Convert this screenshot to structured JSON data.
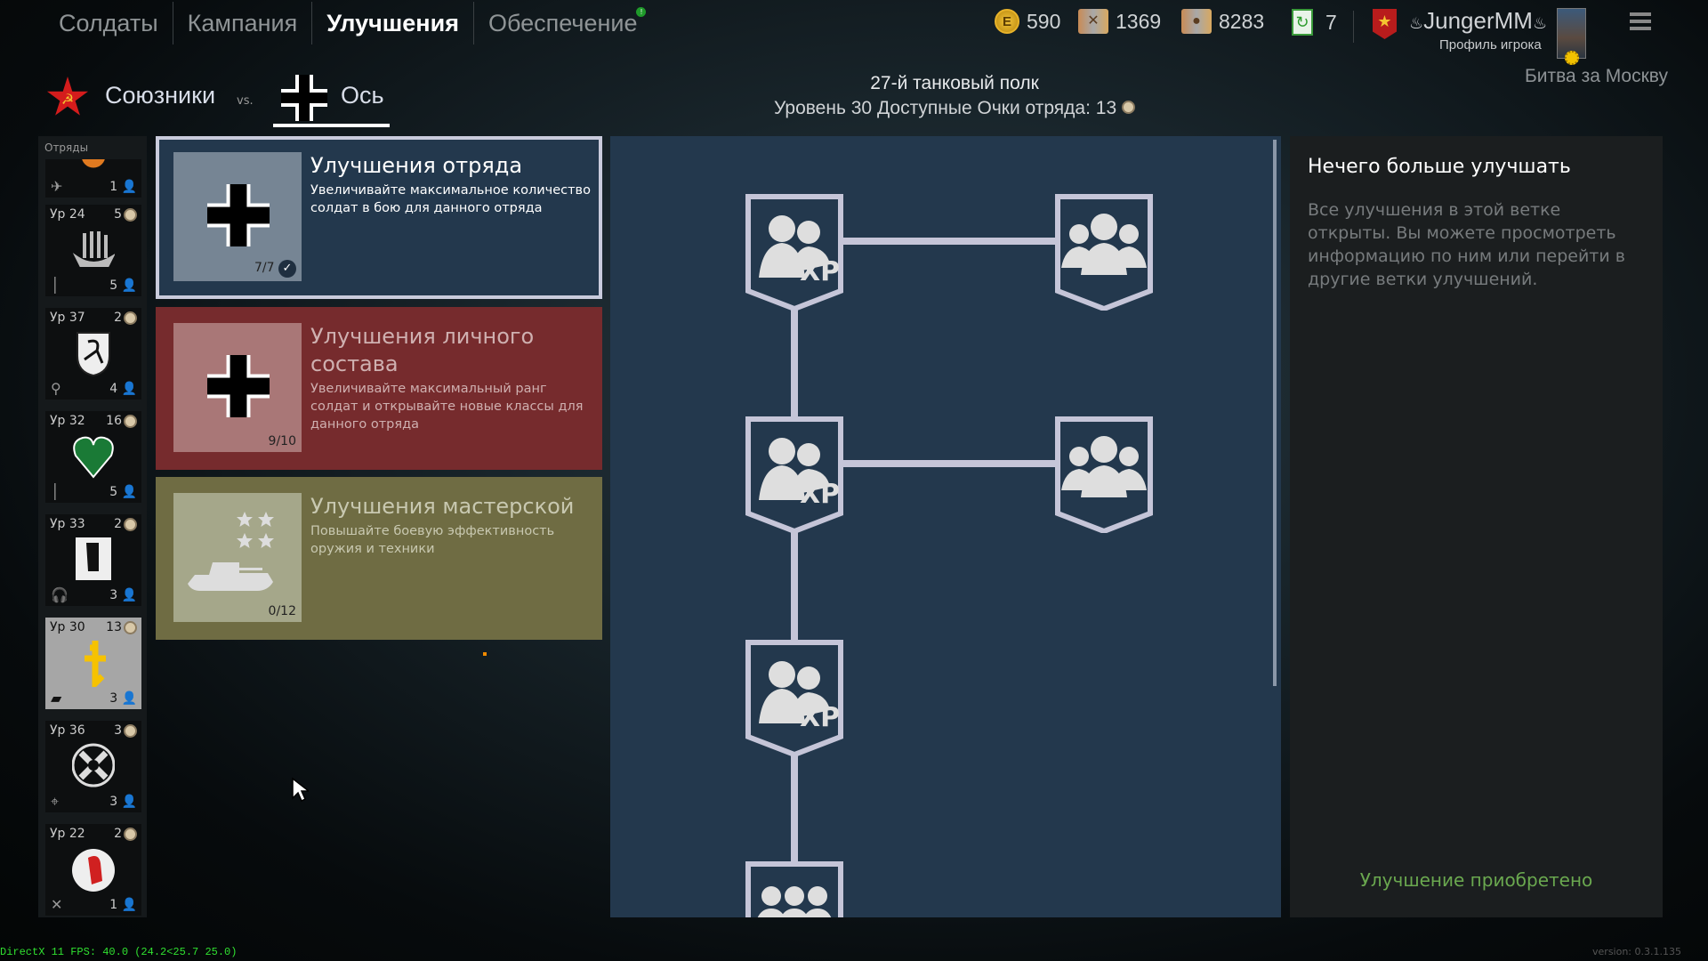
{
  "nav": {
    "tabs": [
      {
        "label": "Солдаты"
      },
      {
        "label": "Кампания"
      },
      {
        "label": "Улучшения"
      },
      {
        "label": "Обеспечение",
        "badge": "!"
      }
    ]
  },
  "currency": {
    "silver": "590",
    "weapon_orders": "1369",
    "soldier_orders": "8283",
    "boosters": "7",
    "silver_icon_letter": "E"
  },
  "profile": {
    "name": "JungerMM",
    "link": "Профиль игрока",
    "campaign": "Битва за Москву"
  },
  "factions": {
    "allies": "Союзники",
    "vs": "vs.",
    "axis": "Ось"
  },
  "header": {
    "regiment": "27-й танковый полк",
    "level_label": "Уровень 30",
    "points_label": "Доступные Очки отряда: 13"
  },
  "sidebar": {
    "title": "Отряды",
    "squads": [
      {
        "level": "",
        "points": "",
        "count": "1",
        "emblem": "🟠",
        "type": "plane"
      },
      {
        "level": "Ур 24",
        "points": "5",
        "count": "5",
        "emblem": "⛵",
        "type": "bullet"
      },
      {
        "level": "Ур 37",
        "points": "2",
        "count": "4",
        "emblem": "🛡",
        "type": "magnifier"
      },
      {
        "level": "Ур 32",
        "points": "16",
        "count": "5",
        "emblem": "♥",
        "type": "bullet"
      },
      {
        "level": "Ур 33",
        "points": "2",
        "count": "3",
        "emblem": "✋",
        "type": "headphones"
      },
      {
        "level": "Ур 30",
        "points": "13",
        "count": "3",
        "emblem": "ϟ",
        "type": "tank"
      },
      {
        "level": "Ур 36",
        "points": "3",
        "count": "3",
        "emblem": "✥",
        "type": "crosshair"
      },
      {
        "level": "Ур 22",
        "points": "2",
        "count": "1",
        "emblem": "😈",
        "type": "swords"
      }
    ]
  },
  "cards": [
    {
      "title": "Улучшения отряда",
      "desc": "Увеличивайте максимальное количество солдат в бою для данного отряда",
      "progress": "7/7",
      "bg": "#23384d",
      "thumb": "#768594"
    },
    {
      "title": "Улучшения личного состава",
      "desc": "Увеличивайте максимальный ранг солдат и открывайте новые классы для данного отряда",
      "progress": "9/10",
      "bg": "#762b2d",
      "thumb": "#a97777"
    },
    {
      "title": "Улучшения мастерской",
      "desc": "Повышайте боевую эффективность оружия и техники",
      "progress": "0/12",
      "bg": "#6f6c43",
      "thumb": "#a5a78a"
    }
  ],
  "tree": {
    "xp_label": "XP"
  },
  "info": {
    "title": "Нечего больше улучшать",
    "body": "Все улучшения в этой ветке открыты. Вы можете просмотреть информацию по ним или перейти в другие ветки улучшений.",
    "status": "Улучшение приобретено"
  },
  "footer": {
    "fps": "DirectX 11 FPS: 40.0 (24.2<25.7 25.0)",
    "version": "version: 0.3.1.135"
  }
}
